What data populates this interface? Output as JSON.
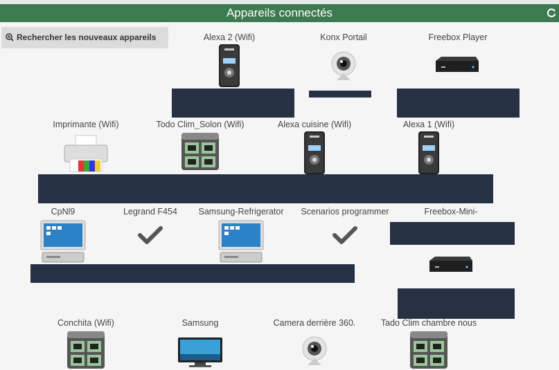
{
  "header": {
    "title": "Appareils connectés"
  },
  "scan_button": {
    "label": "Rechercher les nouveaux appareils"
  },
  "devices": [
    {
      "name": "Alexa 2 (Wifi)",
      "icon": "speaker-icon"
    },
    {
      "name": "Konx Portail",
      "icon": "webcam-icon"
    },
    {
      "name": "Freebox Player",
      "icon": "set-top-box-icon"
    },
    {
      "name": "Imprimante (Wifi)",
      "icon": "printer-icon"
    },
    {
      "name": "Todo Clim_Solon (Wifi)",
      "icon": "network-switch-icon"
    },
    {
      "name": "Alexa cuisine (Wifi)",
      "icon": "speaker-icon"
    },
    {
      "name": "Alexa 1 (Wifi)",
      "icon": "speaker-icon"
    },
    {
      "name": "CpNl9",
      "icon": "computer-icon"
    },
    {
      "name": "Legrand F454",
      "icon": "checkmark-icon"
    },
    {
      "name": "Samsung-Refrigerator",
      "icon": "computer-icon"
    },
    {
      "name": "Scenarios programmer",
      "icon": "checkmark-icon"
    },
    {
      "name": "Freebox-Mini-",
      "icon": "set-top-box-icon"
    },
    {
      "name": "Conchita (Wifi)",
      "icon": "network-switch-icon"
    },
    {
      "name": "Samsung",
      "icon": "tv-icon"
    },
    {
      "name": "Camera derrière 360.",
      "icon": "webcam-icon"
    },
    {
      "name": "Tado Clim chambre nous",
      "icon": "network-switch-icon"
    }
  ],
  "colors": {
    "header_bg": "#3d7a50",
    "redaction": "#263144",
    "button_bg": "#dcdcdc"
  }
}
